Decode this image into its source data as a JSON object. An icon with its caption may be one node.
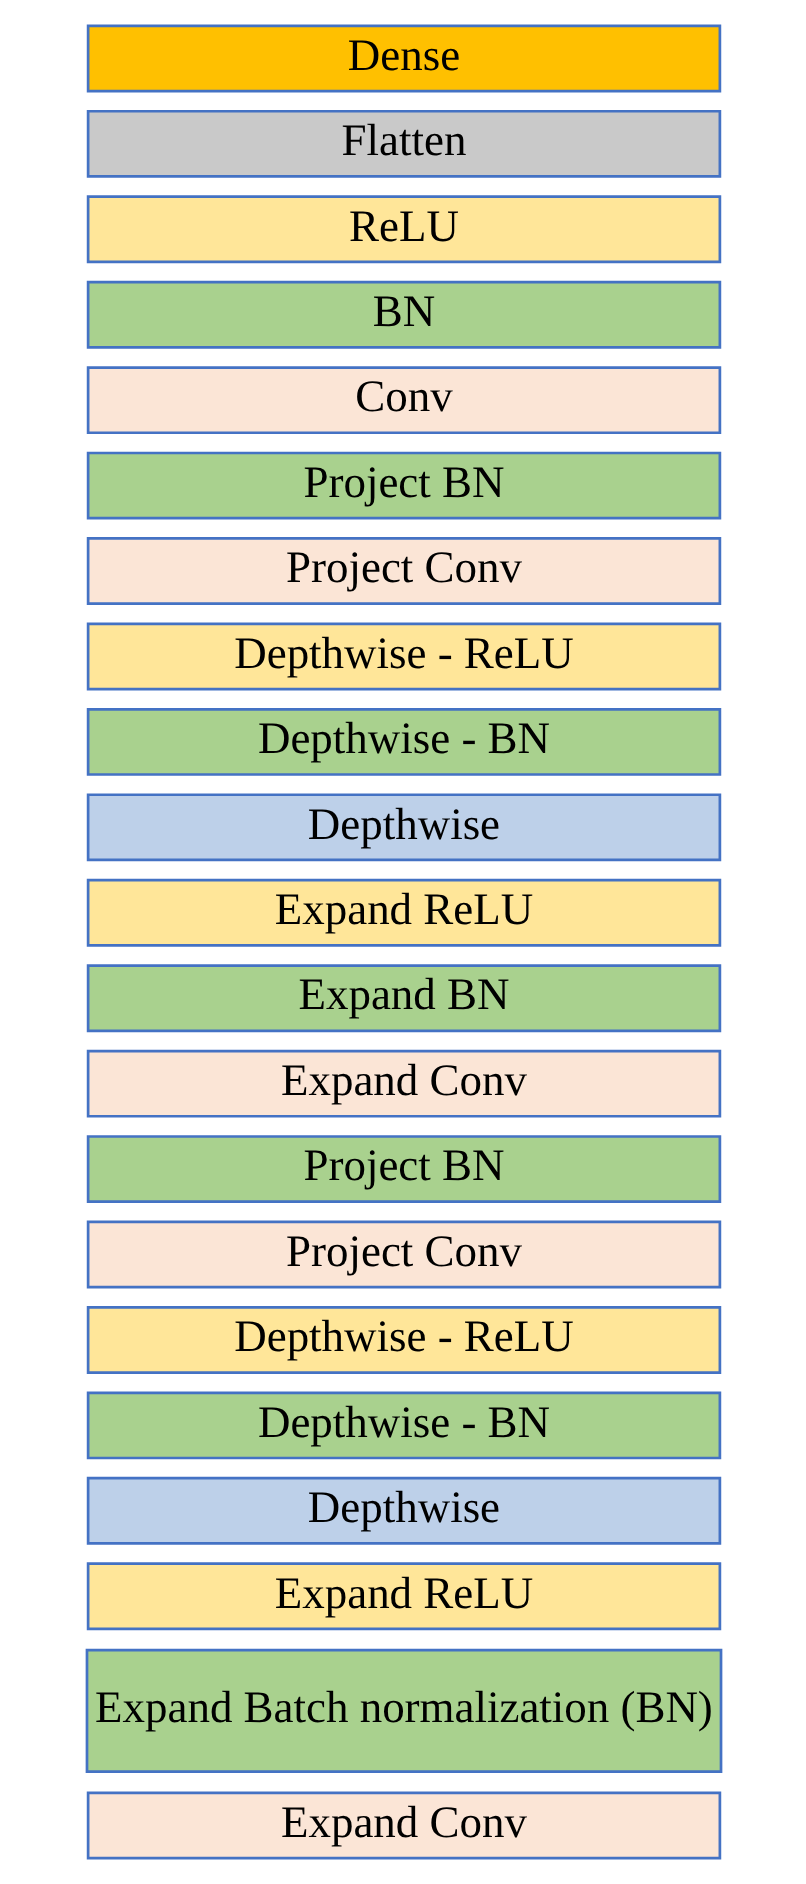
{
  "diagram": {
    "nodes": [
      {
        "text": [
          "Expand Conv"
        ]
      },
      {
        "text": [
          "Expand Batch normalization (BN)"
        ]
      },
      {
        "text": [
          "Expand ReLU"
        ]
      },
      {
        "text": [
          "Depthwise"
        ]
      },
      {
        "text": [
          "Depthwise - BN"
        ]
      },
      {
        "text": [
          "Depthwise - ReLU"
        ]
      },
      {
        "text": [
          "Project Conv"
        ]
      },
      {
        "text": [
          "Project BN"
        ]
      },
      {
        "text": [
          "Expand Conv"
        ]
      },
      {
        "text": [
          "Expand BN"
        ]
      },
      {
        "text": [
          "Expand ReLU"
        ]
      },
      {
        "text": [
          "Depthwise"
        ]
      },
      {
        "text": [
          "Depthwise - BN"
        ]
      },
      {
        "text": [
          "Depthwise - ReLU"
        ]
      },
      {
        "text": [
          "Project Conv"
        ]
      },
      {
        "text": [
          "Project BN"
        ]
      },
      {
        "text": [
          "Conv"
        ]
      },
      {
        "text": [
          "BN"
        ]
      },
      {
        "text": [
          "ReLU"
        ]
      },
      {
        "text": [
          "Flatten"
        ]
      },
      {
        "text": [
          "Dense"
        ]
      }
    ],
    "edges": []
  }
}
